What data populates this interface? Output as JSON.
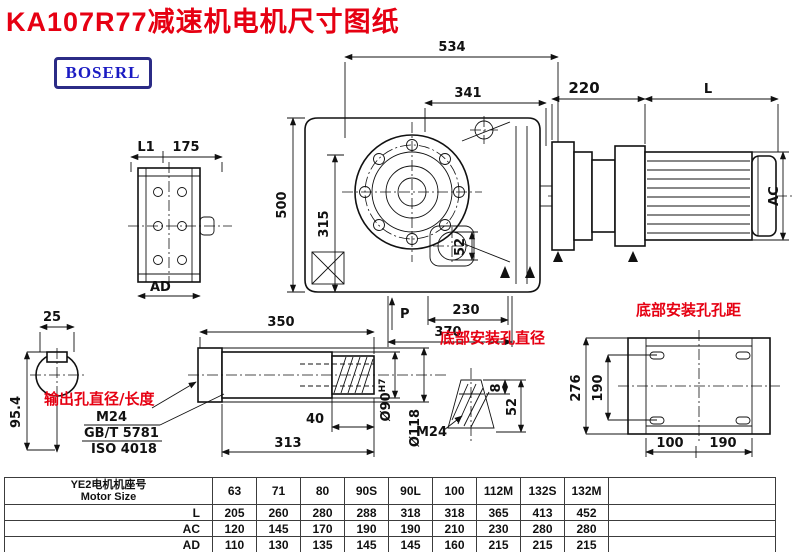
{
  "title": "KA107R77减速机电机尺寸图纸",
  "logo": {
    "text": "BOSERL"
  },
  "views": {
    "main": {
      "dims": {
        "d534": "534",
        "d341": "341",
        "d500": "500",
        "d315": "315",
        "d52": "52",
        "d230": "230",
        "d370": "370",
        "p": "P"
      }
    },
    "side": {
      "dims": {
        "d220": "220",
        "L": "L",
        "AC": "AC"
      }
    },
    "top_left": {
      "dims": {
        "L1": "L1",
        "d175": "175",
        "AD": "AD"
      }
    },
    "shaft_section": {
      "dims": {
        "d25": "25",
        "d95_4": "95.4"
      }
    },
    "output_shaft": {
      "label_red": "输出孔直径/长度",
      "dims": {
        "d350": "350",
        "d40": "40",
        "d313": "313"
      },
      "notes": {
        "m24": "M24",
        "gbt": "GB/T 5781",
        "iso": "ISO 4018"
      },
      "dia": {
        "d90": "Ø90",
        "d90_tol": "H7",
        "d118": "Ø118"
      }
    },
    "bottom_hole": {
      "label_red": "底部安装孔直径",
      "dims": {
        "m24": "M24",
        "d8": "8",
        "d52": "52"
      }
    },
    "bottom_view": {
      "label_red": "底部安装孔孔距",
      "dims": {
        "d276": "276",
        "d190v": "190",
        "d100": "100",
        "d190h": "190"
      }
    }
  },
  "table": {
    "row_header_line1": "YE2电机机座号",
    "row_header_line2": "Motor Size",
    "columns": [
      "63",
      "71",
      "80",
      "90S",
      "90L",
      "100",
      "112M",
      "132S",
      "132M"
    ],
    "rows": [
      {
        "label": "L",
        "values": [
          "205",
          "260",
          "280",
          "288",
          "318",
          "318",
          "365",
          "413",
          "452"
        ]
      },
      {
        "label": "AC",
        "values": [
          "120",
          "145",
          "170",
          "190",
          "190",
          "210",
          "230",
          "280",
          "280"
        ]
      },
      {
        "label": "AD",
        "values": [
          "110",
          "130",
          "135",
          "145",
          "145",
          "160",
          "215",
          "215",
          "215"
        ]
      }
    ]
  }
}
